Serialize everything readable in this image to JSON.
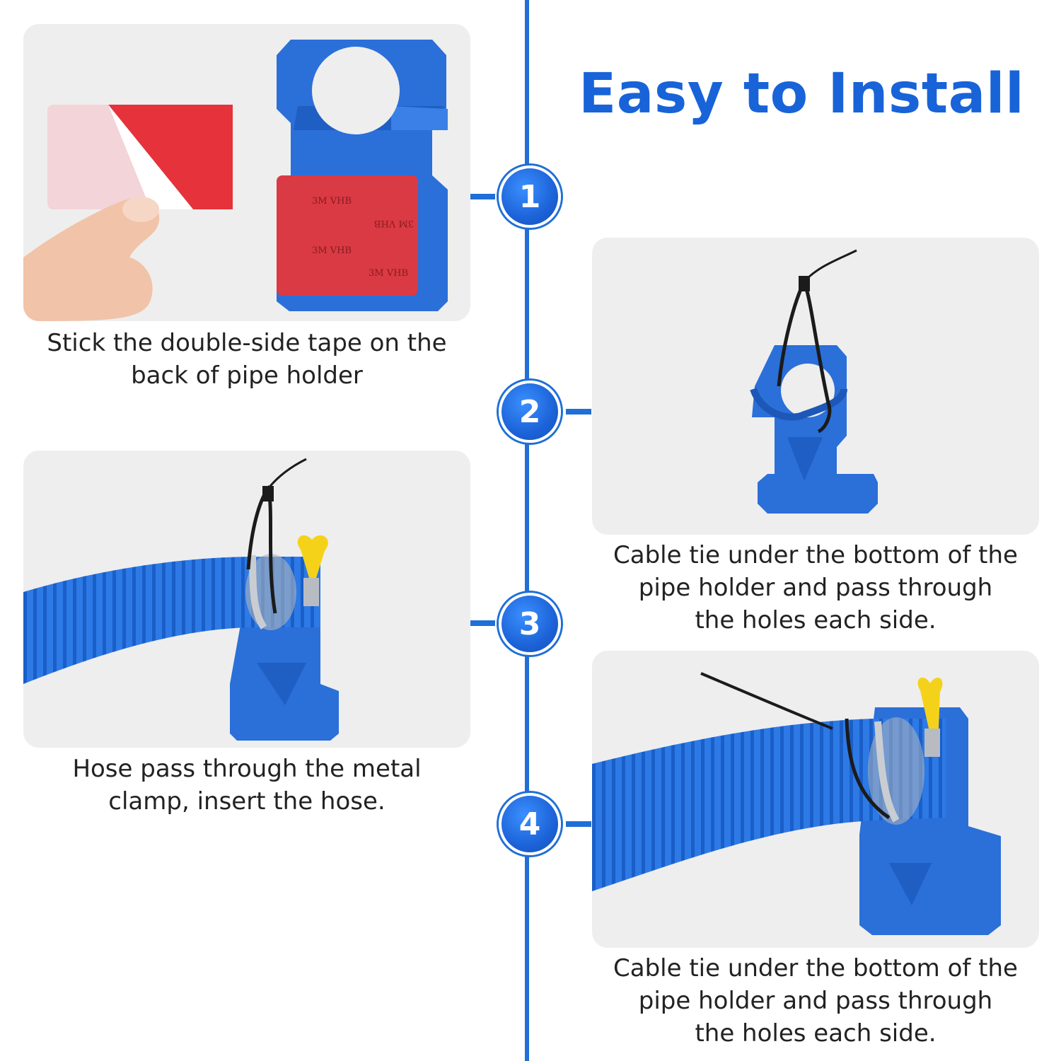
{
  "title": "Easy to Install",
  "steps": [
    {
      "number": "1",
      "caption": [
        "Stick the double-side tape on the",
        "back of pipe holder"
      ]
    },
    {
      "number": "2",
      "caption": [
        "Cable tie under the bottom of the",
        "pipe holder and pass through",
        "the holes each side."
      ]
    },
    {
      "number": "3",
      "caption": [
        "Hose pass through the metal",
        "clamp, insert the hose."
      ]
    },
    {
      "number": "4",
      "caption": [
        "Cable tie under the bottom of the",
        "pipe holder and pass through",
        "the holes each side."
      ]
    }
  ],
  "tape_print": [
    "3M VHB",
    "3M VHB",
    "3M VHB",
    "3M VHB"
  ],
  "colors": {
    "accent": "#1863d8",
    "holder_blue": "#2b6fd9",
    "tape_red": "#e5323b",
    "clamp_yellow": "#f5d21a",
    "panel_bg": "#eeeeee"
  }
}
